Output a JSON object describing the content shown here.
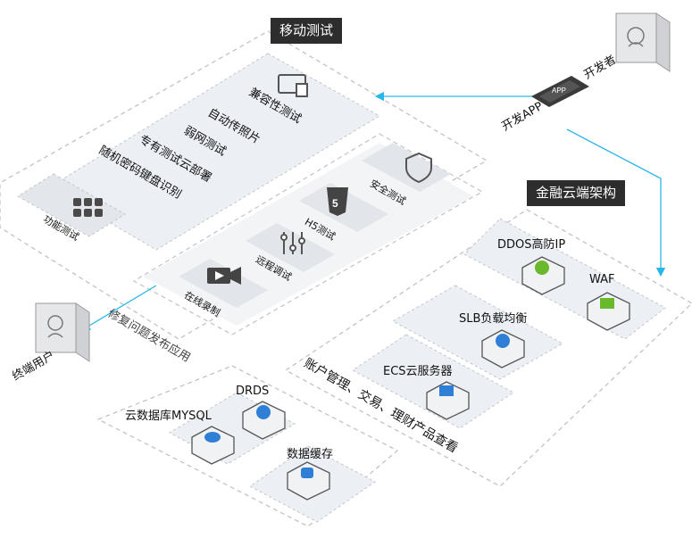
{
  "panels": {
    "mobile_test": {
      "title": "移动测试",
      "items": [
        "兼容性测试",
        "自动传照片",
        "弱网测试",
        "专有测试云部署",
        "随机密码键盘识别"
      ],
      "function_test": "功能测试",
      "tiles": [
        "安全测试",
        "H5测试",
        "远程调试",
        "在线录制"
      ]
    },
    "finance_cloud": {
      "title": "金融云端架构",
      "services": [
        "DDOS高防IP",
        "WAF",
        "SLB负载均衡",
        "ECS云服务器"
      ],
      "caption": "账户管理、交易、理财产品查看"
    },
    "data_layer": {
      "services": [
        "DRDS",
        "云数据库MYSQL",
        "数据缓存"
      ]
    }
  },
  "actors": {
    "developer": "开发者",
    "app": "开发APP",
    "end_user": "终端用户",
    "flow_label": "修复问题发布应用"
  },
  "colors": {
    "panel_fill": "#eceff3",
    "panel_border": "#b9bcc0",
    "accent_line": "#29b6e8",
    "tag_bg": "#2d2d2d",
    "icon_blue": "#2f7fd6",
    "icon_green": "#6ab82b",
    "icon_gray": "#555555"
  }
}
